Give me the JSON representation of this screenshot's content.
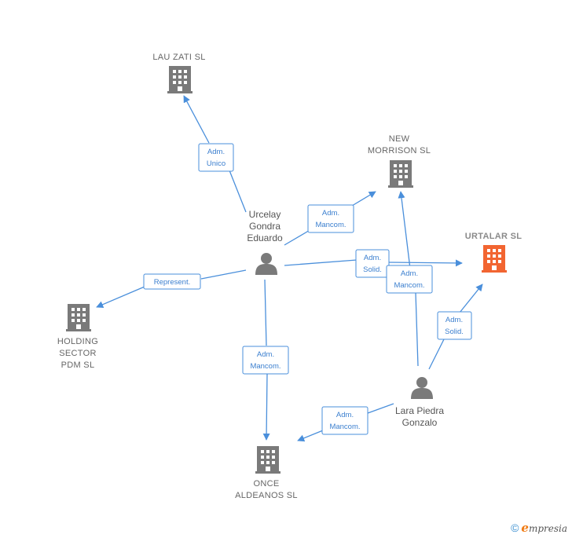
{
  "colors": {
    "edge": "#4a8fdb",
    "company": "#7a7a7a",
    "company_highlight": "#f26531",
    "person": "#7a7a7a"
  },
  "companies": {
    "lau_zati": [
      "LAU ZATI  SL"
    ],
    "new_morrison": [
      "NEW",
      "MORRISON  SL"
    ],
    "urtalar": [
      "URTALAR  SL"
    ],
    "holding": [
      "HOLDING",
      "SECTOR",
      "PDM SL"
    ],
    "once": [
      "ONCE",
      "ALDEANOS SL"
    ]
  },
  "persons": {
    "urcelay": [
      "Urcelay",
      "Gondra",
      "Eduardo"
    ],
    "lara": [
      "Lara Piedra",
      "Gonzalo"
    ]
  },
  "relations": {
    "urcelay_lauzati": [
      "Adm.",
      "Unico"
    ],
    "urcelay_newmorrison": [
      "Adm.",
      "Mancom."
    ],
    "urcelay_urtalar": [
      "Adm.",
      "Solid."
    ],
    "urcelay_holding": [
      "Represent."
    ],
    "urcelay_once": [
      "Adm.",
      "Mancom."
    ],
    "lara_newmorrison": [
      "Adm.",
      "Mancom."
    ],
    "lara_urtalar": [
      "Adm.",
      "Solid."
    ],
    "lara_once": [
      "Adm.",
      "Mancom."
    ]
  },
  "footer": {
    "copyright": "©",
    "brand_initial": "e",
    "brand_rest": "mpresia"
  }
}
